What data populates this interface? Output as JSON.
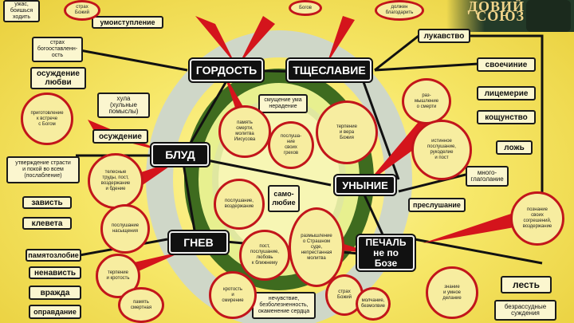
{
  "logo": {
    "text": "ДОВИЙ\nСОЮЗ"
  },
  "vices": [
    {
      "id": "gordost",
      "text": "ГОРДОСТЬ"
    },
    {
      "id": "tshcheslavie",
      "text": "ТЩЕСЛАВИЕ"
    },
    {
      "id": "blud",
      "text": "БЛУД"
    },
    {
      "id": "unynie",
      "text": "УНЫНИЕ"
    },
    {
      "id": "gnev",
      "text": "ГНЕВ"
    },
    {
      "id": "pechal",
      "text": "ПЕЧАЛЬ\nне по Бозе"
    }
  ],
  "boxes": [
    {
      "id": "strakh-bogoostavlennosti",
      "text": "страх\nбогооставленн-\nость"
    },
    {
      "id": "uzhe-boyashsya",
      "text": "ужас,\nбоишься\nходить"
    },
    {
      "id": "umoiskhudlenie",
      "text": "умоиступление"
    },
    {
      "id": "osuzhdenie-lyubvi",
      "text": "осуждение\nлюбви"
    },
    {
      "id": "khula",
      "text": "хула\n(хульные\nпомыслы)"
    },
    {
      "id": "osuzhdenie",
      "text": "осуждение"
    },
    {
      "id": "utverzhdenie-strasti",
      "text": "утверждение страсти\nи покой во всем\n(послабление)"
    },
    {
      "id": "zavist",
      "text": "зависть"
    },
    {
      "id": "kleveta",
      "text": "клевета"
    },
    {
      "id": "pamyatozloble",
      "text": "памятозлобие"
    },
    {
      "id": "nenavist",
      "text": "ненависть"
    },
    {
      "id": "vrazhda",
      "text": "вражда"
    },
    {
      "id": "opravdanie",
      "text": "оправдание"
    },
    {
      "id": "lukavstvo",
      "text": "лукавство"
    },
    {
      "id": "svoechinie",
      "text": "своечиние"
    },
    {
      "id": "litsemerie",
      "text": "лицемерие"
    },
    {
      "id": "koshchunstvo",
      "text": "кощунство"
    },
    {
      "id": "lozh",
      "text": "ложь"
    },
    {
      "id": "mnogoglagolanie",
      "text": "много-\nглаголание"
    },
    {
      "id": "preslushanie",
      "text": "преслушание"
    },
    {
      "id": "lest",
      "text": "лесть"
    },
    {
      "id": "bezrassudnye",
      "text": "безрассудные\nсуждения"
    },
    {
      "id": "smushchenie-uma",
      "text": "смущение ума\nнерадение"
    },
    {
      "id": "samolyubie",
      "text": "само-\nлюбие"
    },
    {
      "id": "nechuvstvie",
      "text": "нечувствие,\nбезболезненность,\nокаменение сердца"
    }
  ],
  "virtues": [
    {
      "id": "v1",
      "text": "страх\nБожий"
    },
    {
      "id": "v2",
      "text": "должен\nблагодарить"
    },
    {
      "id": "v3",
      "text": "Богов"
    },
    {
      "id": "v4",
      "text": "приготовление\nк встрече\nс Богом"
    },
    {
      "id": "v5",
      "text": "память\nсмерти,\nмолитва\nИисусова"
    },
    {
      "id": "v6",
      "text": "послуша-\nние\nсвоих\nгрехов"
    },
    {
      "id": "v7",
      "text": "терпение\nи вера\nБожия"
    },
    {
      "id": "v8",
      "text": "раз-\nмышление\nо смерти"
    },
    {
      "id": "v9",
      "text": "истинное\nпослушание,\nрукоделие\nи пост"
    },
    {
      "id": "v10",
      "text": "телесные\nтруды, пост,\nвоздержание\nи бдение"
    },
    {
      "id": "v11",
      "text": "послушание,\nвоздержание"
    },
    {
      "id": "v12",
      "text": "послушание\nнасыщения"
    },
    {
      "id": "v13",
      "text": "размышление\nо Страшном\nсуде,\nнепрестанная\nмолитва"
    },
    {
      "id": "v14",
      "text": "пост,\nпослушание,\nлюбовь\nк ближнему"
    },
    {
      "id": "v15",
      "text": "кротость\nи\nсмирение"
    },
    {
      "id": "v16",
      "text": "терпение\nи кротость"
    },
    {
      "id": "v17",
      "text": "память\nсмертная"
    },
    {
      "id": "v18",
      "text": "знание\nи умное\nделание"
    },
    {
      "id": "v19",
      "text": "страх\nБожий"
    },
    {
      "id": "v20",
      "text": "познание\nсвоих\nсогрешений,\nвоздержание"
    },
    {
      "id": "v21",
      "text": "молчание,\nбезмолвие"
    }
  ]
}
